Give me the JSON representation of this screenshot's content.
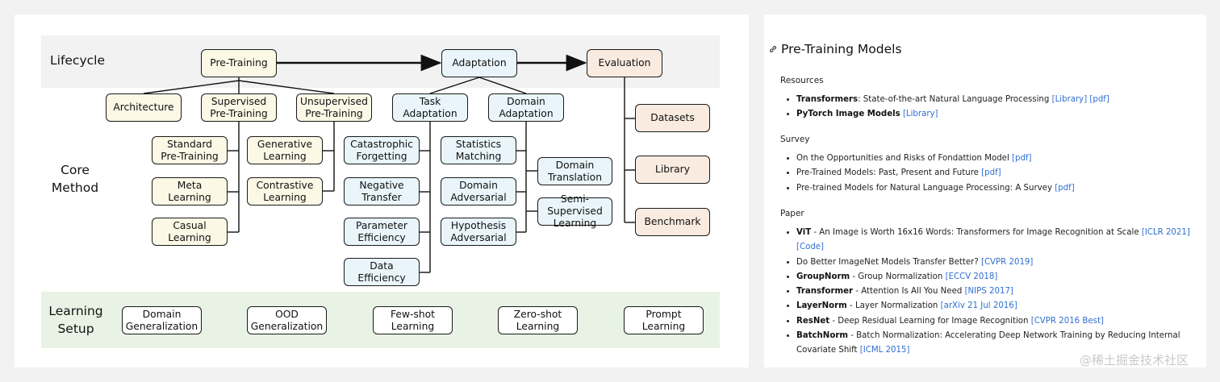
{
  "diagram": {
    "labels": {
      "lifecycle": "Lifecycle",
      "core_method": "Core\nMethod",
      "learning_setup": "Learning\nSetup"
    },
    "lifecycle_nodes": {
      "pretraining": "Pre-Training",
      "adaptation": "Adaptation",
      "evaluation": "Evaluation"
    },
    "pretraining_children": {
      "architecture": "Architecture",
      "supervised": "Supervised\nPre-Training",
      "unsupervised": "Unsupervised\nPre-Training"
    },
    "supervised_children": [
      "Standard\nPre-Training",
      "Meta\nLearning",
      "Casual\nLearning"
    ],
    "unsupervised_children": [
      "Generative\nLearning",
      "Contrastive\nLearning"
    ],
    "adaptation_children": {
      "task": "Task\nAdaptation",
      "domain": "Domain\nAdaptation"
    },
    "task_children": [
      "Catastrophic\nForgetting",
      "Negative\nTransfer",
      "Parameter\nEfficiency",
      "Data\nEfficiency"
    ],
    "domain_children": [
      "Statistics\nMatching",
      "Domain\nAdversarial",
      "Hypothesis\nAdversarial"
    ],
    "domain_side_children": [
      "Domain\nTranslation",
      "Semi-Supervised\nLearning"
    ],
    "evaluation_children": [
      "Datasets",
      "Library",
      "Benchmark"
    ],
    "learning_setup_items": [
      "Domain\nGeneralization",
      "OOD\nGeneralization",
      "Few-shot\nLearning",
      "Zero-shot\nLearning",
      "Prompt\nLearning"
    ],
    "colors": {
      "lifecycle_band": "#f2f2f2",
      "setup_band": "#e8f3e6",
      "yellow": "#fbf8e6",
      "blue": "#e9f5fa",
      "peach": "#f9ebe0"
    }
  },
  "doc": {
    "title": "Pre-Training Models",
    "title_icon": "link-icon",
    "sections": [
      {
        "heading": "Resources",
        "items": [
          {
            "bold": "Transformers",
            "text": ": State-of-the-art Natural Language Processing ",
            "links": "[Library] [pdf]"
          },
          {
            "bold": "PyTorch Image Models",
            "text": " ",
            "links": "[Library]"
          }
        ]
      },
      {
        "heading": "Survey",
        "items": [
          {
            "bold": "",
            "text": "On the Opportunities and Risks of Fondattion Model ",
            "links": "[pdf]"
          },
          {
            "bold": "",
            "text": "Pre-Trained Models: Past, Present and Future ",
            "links": "[pdf]"
          },
          {
            "bold": "",
            "text": "Pre-trained Models for Natural Language Processing: A Survey ",
            "links": "[pdf]"
          }
        ]
      },
      {
        "heading": "Paper",
        "items": [
          {
            "bold": "ViT",
            "text": " - An Image is Worth 16x16 Words: Transformers for Image Recognition at Scale ",
            "links": "[ICLR 2021] [Code]"
          },
          {
            "bold": "",
            "text": "Do Better ImageNet Models Transfer Better? ",
            "links": "[CVPR 2019]"
          },
          {
            "bold": "GroupNorm",
            "text": " - Group Normalization ",
            "links": "[ECCV 2018]"
          },
          {
            "bold": "Transformer",
            "text": " - Attention Is All You Need ",
            "links": "[NIPS 2017]"
          },
          {
            "bold": "LayerNorm",
            "text": " - Layer Normalization ",
            "links": "[arXiv 21 Jul 2016]"
          },
          {
            "bold": "ResNet",
            "text": " - Deep Residual Learning for Image Recognition ",
            "links": "[CVPR 2016 Best]"
          },
          {
            "bold": "BatchNorm",
            "text": " - Batch Normalization: Accelerating Deep Network Training by Reducing Internal Covariate Shift ",
            "links": "[ICML 2015]"
          }
        ]
      }
    ],
    "link_color": "#2f6fd1"
  },
  "watermark": "@稀土掘金技术社区"
}
